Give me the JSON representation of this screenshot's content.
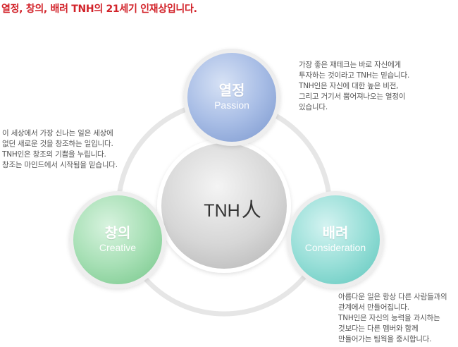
{
  "headline": "열정, 창의, 배려 TNH의 21세기 인재상입니다.",
  "center": {
    "label": "TNH",
    "char": "人"
  },
  "nodes": {
    "passion": {
      "kr": "열정",
      "en": "Passion"
    },
    "creative": {
      "kr": "창의",
      "en": "Creative"
    },
    "consideration": {
      "kr": "배려",
      "en": "Consideration"
    }
  },
  "descriptions": {
    "passion": [
      "가장 좋은 재테크는 바로 자신에게",
      "투자하는 것이라고 TNH는 믿습니다.",
      "TNH인은 자신에 대한 높은 비전,",
      "그리고 거기서 뿜어져나오는 열정이",
      "있습니다."
    ],
    "creative": [
      "이 세상에서 가장 신나는 일은 세상에",
      "없던 새로운 것을 창조하는 일입니다.",
      "TNH인은 창조의 기쁨을 누립니다.",
      "창조는 마인드에서 시작됨을 믿습니다."
    ],
    "consideration": [
      "아름다운 일은 항상 다른 사람들과의",
      "관계에서 만들어집니다.",
      "TNH인은 자신의 능력을 과시하는",
      "것보다는 다른 멤버와 함께",
      "만들어가는 팀웍을 중시합니다."
    ]
  },
  "colors": {
    "headline": "#d2232a",
    "passion": "#9fb6e0",
    "creative": "#9fdcb0",
    "consideration": "#8fdcd6",
    "center": "#d6d6d6",
    "ring": "#e4e4e4"
  }
}
